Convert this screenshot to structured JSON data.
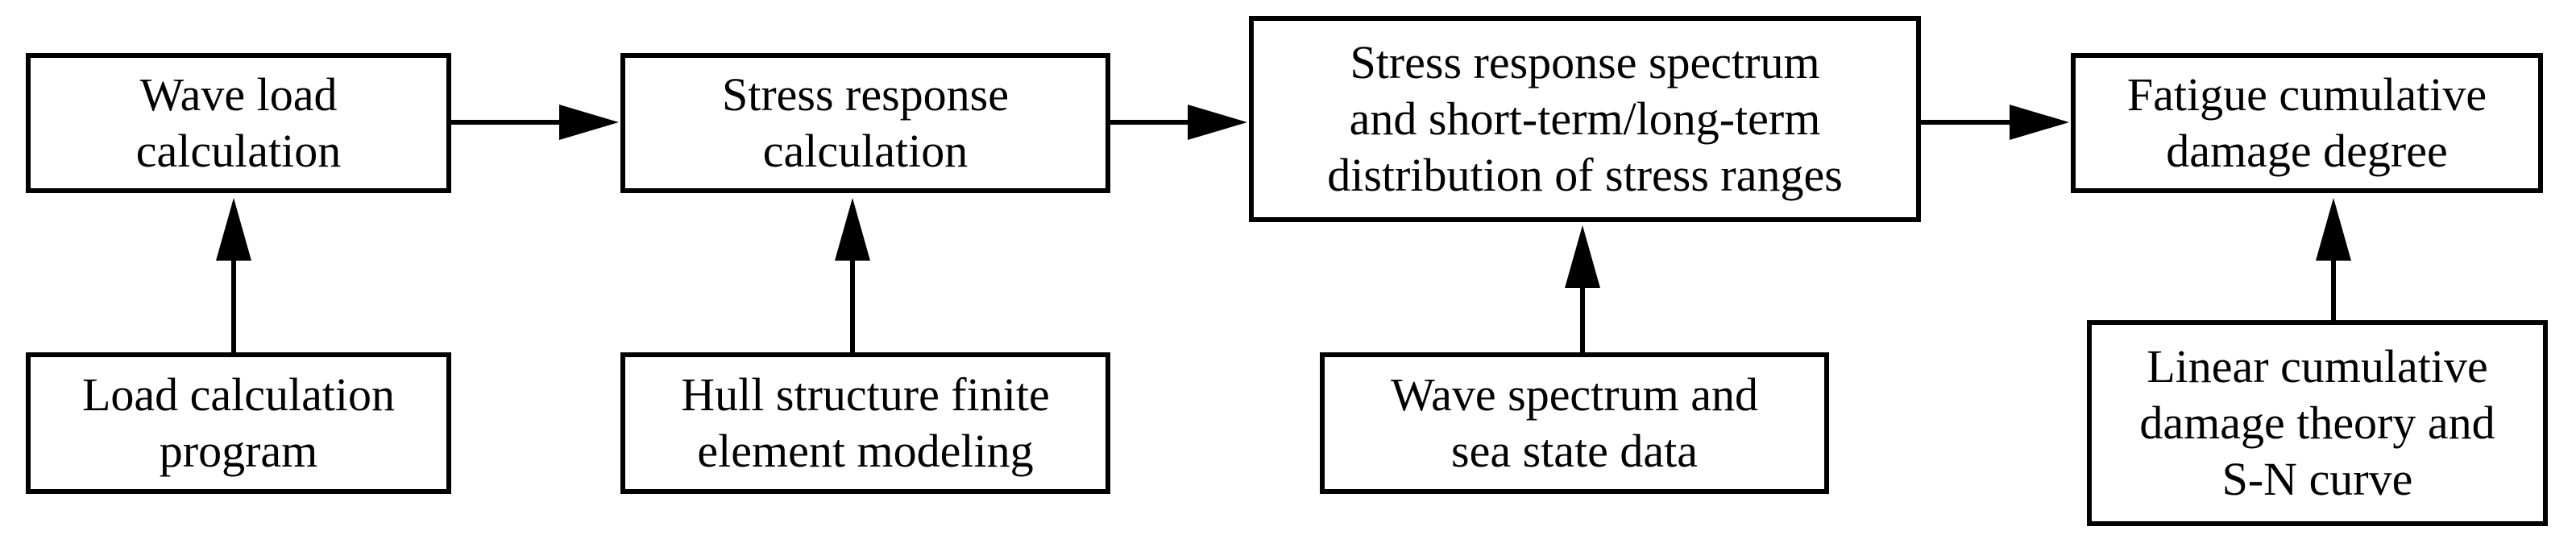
{
  "diagram": {
    "boxes": {
      "wave_load": {
        "lines": [
          "Wave load",
          "calculation"
        ]
      },
      "stress_response": {
        "lines": [
          "Stress response",
          "calculation"
        ]
      },
      "spectrum": {
        "lines": [
          "Stress response spectrum",
          "and short-term/long-term",
          "distribution of stress ranges"
        ]
      },
      "fatigue": {
        "lines": [
          "Fatigue cumulative",
          "damage degree"
        ]
      },
      "load_program": {
        "lines": [
          "Load calculation",
          "program"
        ]
      },
      "hull_fem": {
        "lines": [
          "Hull structure finite",
          "element modeling"
        ]
      },
      "wave_spectrum": {
        "lines": [
          "Wave spectrum and",
          "sea state data"
        ]
      },
      "linear_damage": {
        "lines": [
          "Linear cumulative",
          "damage theory and",
          "S-N curve"
        ]
      }
    }
  }
}
